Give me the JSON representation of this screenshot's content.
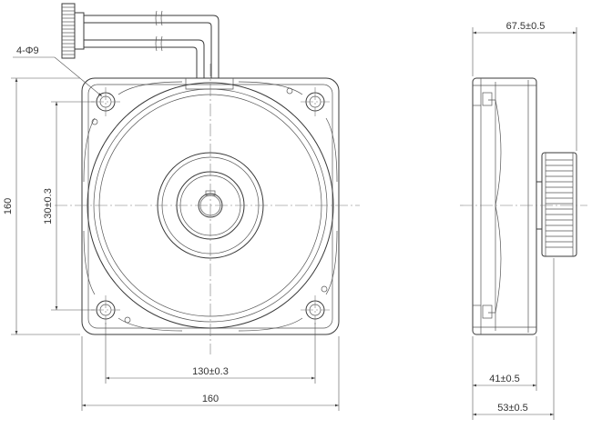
{
  "drawing": {
    "front_view": {
      "hole_callout": "4-Φ9",
      "height_overall": "160",
      "height_holes": "130±0.3",
      "width_holes": "130±0.3",
      "width_overall": "160"
    },
    "side_view": {
      "depth_total": "67.5±0.5",
      "depth_body": "41±0.5",
      "depth_flange": "53±0.5"
    }
  }
}
